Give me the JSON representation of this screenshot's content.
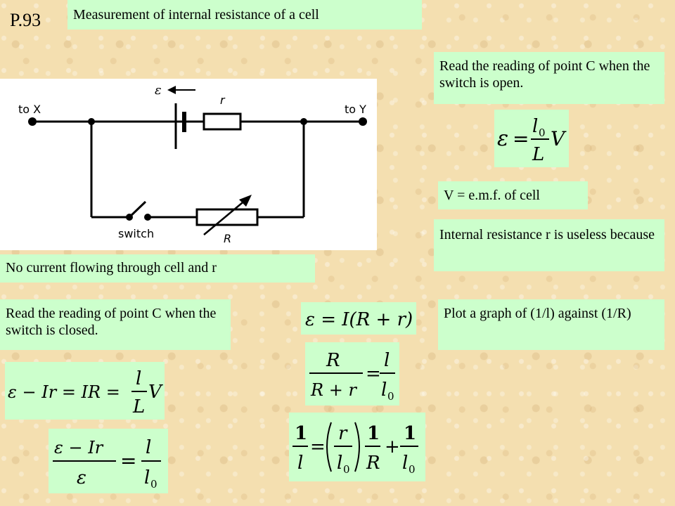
{
  "slide": {
    "number": "P.93",
    "title": "Measurement of internal resistance of a cell"
  },
  "circuit": {
    "label_emf": "ε",
    "label_r": "r",
    "label_to_x": "to X",
    "label_to_y": "to Y",
    "label_switch": "switch",
    "label_R": "R"
  },
  "notes": {
    "open_reading": "Read the reading of point C when the switch is open.",
    "v_def": "V = e.m.f. of cell",
    "useless": "Internal resistance r is useless because",
    "no_current": "No current flowing through cell and r",
    "closed_reading": "Read the reading of point C when the switch is closed.",
    "plot": "Plot a graph of (1/l) against (1/R)"
  },
  "equations": {
    "eq_open": {
      "lhs": "ε",
      "eq": "=",
      "num": "l",
      "num_sub": "0",
      "den": "L",
      "rhs": "V"
    },
    "eq_closed": {
      "lhs": "ε − Ir = IR =",
      "num": "l",
      "den": "L",
      "rhs": "V"
    },
    "eq_ratio1": {
      "num": "ε − Ir",
      "den": "ε",
      "eq": "=",
      "num2": "l",
      "den2": "l",
      "den2_sub": "0"
    },
    "eq_emf": {
      "text": "ε = I(R + r)"
    },
    "eq_ratio2": {
      "num": "R",
      "den": "R + r",
      "eq": "=",
      "num2": "l",
      "den2": "l",
      "den2_sub": "0"
    },
    "eq_final": {
      "one": "1",
      "l": "l",
      "eq": "=",
      "r": "r",
      "l0": "l",
      "sub0": "0",
      "R": "R",
      "plus": "+"
    }
  },
  "colors": {
    "background": "#f4dfb0",
    "box": "#ccffcc",
    "circuit_bg": "#ffffff"
  }
}
